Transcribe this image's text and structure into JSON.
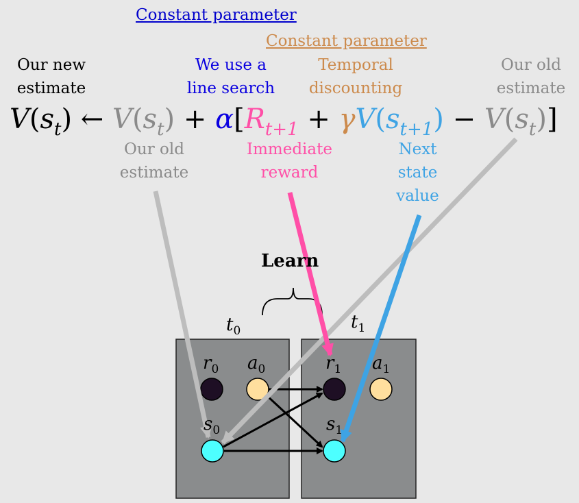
{
  "annotations": {
    "constant_param_1": "Constant parameter",
    "constant_param_2": "Constant parameter",
    "new_estimate_line1": "Our new",
    "new_estimate_line2": "estimate",
    "line_search_line1": "We use a",
    "line_search_line2": "line search",
    "temporal_line1": "Temporal",
    "temporal_line2": "discounting",
    "old_estimate_right_line1": "Our old",
    "old_estimate_right_line2": "estimate",
    "old_estimate_left_line1": "Our old",
    "old_estimate_left_line2": "estimate",
    "immediate_line1": "Immediate",
    "immediate_line2": "reward",
    "next_line1": "Next",
    "next_line2": "state",
    "next_line3": "value"
  },
  "equation": {
    "V": "V",
    "s": "s",
    "t": "t",
    "arrow": " ← ",
    "plus": " + ",
    "alpha": "α",
    "lbracket": "[",
    "R": "R",
    "t1": "t+1",
    "gamma": "γ",
    "minus": " − ",
    "rbracket": "]",
    "lparen": "(",
    "rparen": ")"
  },
  "diagram": {
    "learn_label": "Learn",
    "timestep_0": "t",
    "timestep_0_sub": "0",
    "timestep_1": "t",
    "timestep_1_sub": "1",
    "nodes": {
      "r0": {
        "sym": "r",
        "sub": "0",
        "color": "#1e0f24"
      },
      "a0": {
        "sym": "a",
        "sub": "0",
        "color": "#ffdf9e"
      },
      "s0": {
        "sym": "s",
        "sub": "0",
        "color": "#4dffff"
      },
      "r1": {
        "sym": "r",
        "sub": "1",
        "color": "#1e0f24"
      },
      "a1": {
        "sym": "a",
        "sub": "1",
        "color": "#ffdf9e"
      },
      "s1": {
        "sym": "s",
        "sub": "1",
        "color": "#4dffff"
      }
    }
  },
  "colors": {
    "blue": "#0a00e0",
    "orange": "#cc8a4c",
    "gray": "#8a8a8a",
    "pink": "#ff4fa7",
    "sky": "#3ea3e4",
    "panel": "#8a8c8d"
  }
}
